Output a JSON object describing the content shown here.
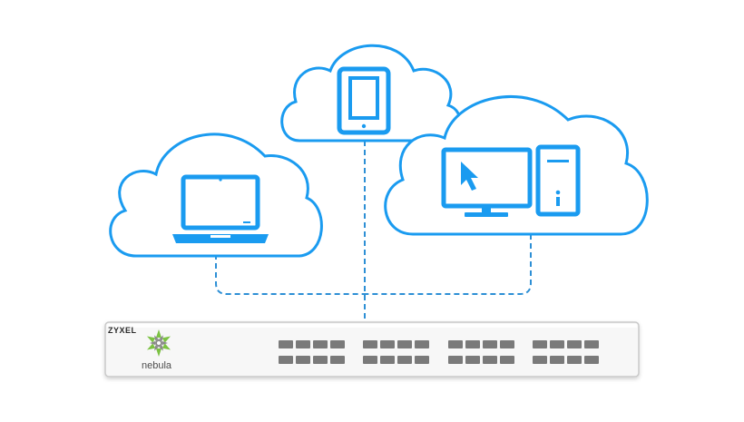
{
  "brand": {
    "vendor": "ZYXEL",
    "product": "nebula",
    "logo_icon": "nebula-logo-icon"
  },
  "colors": {
    "accent": "#1a9bf0",
    "cloud_fill": "#ffffff",
    "cloud_stroke": "#1a9bf0",
    "connector": "#2d8fd5",
    "switch_body": "#f7f7f7",
    "switch_border": "#c9c9c9",
    "port": "#7a7a7a",
    "logo_green": "#7cc243",
    "logo_gray": "#8a8a8a"
  },
  "devices": [
    {
      "icon": "laptop-icon"
    },
    {
      "icon": "tablet-icon"
    },
    {
      "icon": "desktop-computer-icon"
    }
  ],
  "switch": {
    "port_groups": 4,
    "ports_per_row": 4,
    "rows": 2
  }
}
